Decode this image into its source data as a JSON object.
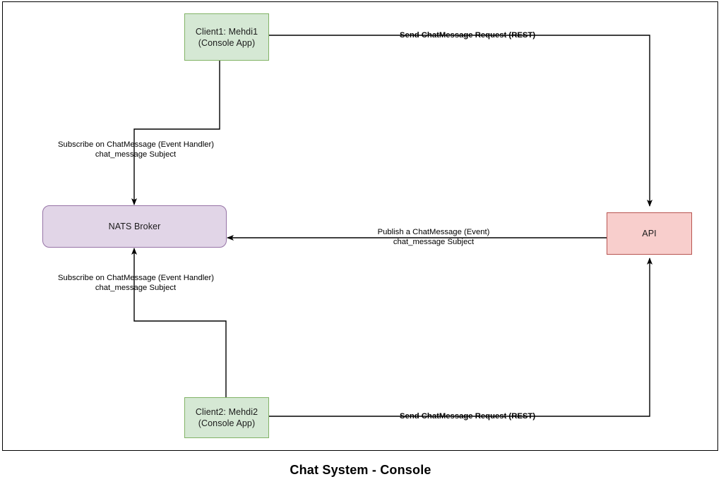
{
  "diagram": {
    "title": "Chat System - Console",
    "canvas": {
      "border_color": "#000000",
      "background": "#ffffff"
    },
    "nodes": [
      {
        "id": "client1",
        "line1": "Client1: Mehdi1",
        "line2": "(Console App)",
        "fill": "#d5e8d4",
        "stroke": "#82b366",
        "shape": "rectangle"
      },
      {
        "id": "broker",
        "line1": "NATS Broker",
        "line2": "",
        "fill": "#e1d5e7",
        "stroke": "#9673a6",
        "shape": "rounded-rectangle"
      },
      {
        "id": "api",
        "line1": "API",
        "line2": "",
        "fill": "#f8cecc",
        "stroke": "#b85450",
        "shape": "rectangle"
      },
      {
        "id": "client2",
        "line1": "Client2: Mehdi2",
        "line2": "(Console App)",
        "fill": "#d5e8d4",
        "stroke": "#82b366",
        "shape": "rectangle"
      }
    ],
    "edges": [
      {
        "id": "client1-to-api",
        "from": "client1",
        "to": "api",
        "line1": "Send ChatMessage Request (REST)",
        "line2": "",
        "bold": true
      },
      {
        "id": "client1-to-broker",
        "from": "client1",
        "to": "broker",
        "line1": "Subscribe on ChatMessage (Event Handler)",
        "line2": "chat_message Subject",
        "bold": false
      },
      {
        "id": "api-to-broker",
        "from": "api",
        "to": "broker",
        "line1": "Publish a ChatMessage (Event)",
        "line2": "chat_message Subject",
        "bold": false
      },
      {
        "id": "client2-to-broker",
        "from": "client2",
        "to": "broker",
        "line1": "Subscribe on ChatMessage (Event Handler)",
        "line2": "chat_message Subject",
        "bold": false
      },
      {
        "id": "client2-to-api",
        "from": "client2",
        "to": "api",
        "line1": "Send ChatMessage Request (REST)",
        "line2": "",
        "bold": true
      }
    ]
  }
}
